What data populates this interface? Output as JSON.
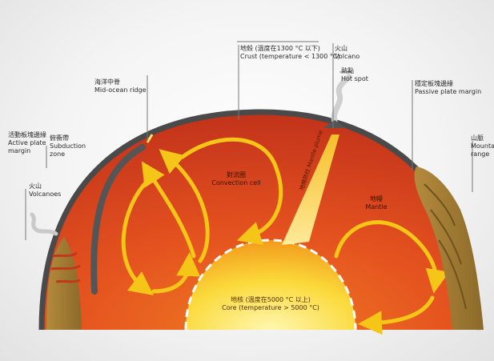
{
  "labels": {
    "crust": {
      "zh": "地殼 (溫度在1300 °C 以下)",
      "en": "Crust (temperature < 1300 °C)"
    },
    "volcano": {
      "zh": "火山",
      "en": "Volcano"
    },
    "hotspot": {
      "zh": "熱點",
      "en": "Hot spot"
    },
    "ridge": {
      "zh": "海洋中脊",
      "en": "Mid-ocean ridge"
    },
    "passive": {
      "zh": "穩定板塊邊緣",
      "en": "Passive plate margin"
    },
    "active": {
      "zh": "活動板塊邊緣",
      "en": "Active plate margin"
    },
    "subduction": {
      "zh": "俯衝帶",
      "en": "Subduction zone"
    },
    "mountain": {
      "zh": "山脈",
      "en": "Mountain range"
    },
    "volcanoes": {
      "zh": "火山",
      "en": "Volcanoes"
    },
    "convection": {
      "zh": "對流圈",
      "en": "Convection cell"
    },
    "mantle": {
      "zh": "地幔",
      "en": "Mantle"
    },
    "plume": {
      "zh": "地幔熱柱",
      "en": "Mantle plume"
    },
    "core": {
      "zh": "地核 (溫度在5000 °C 以上)",
      "en": "Core (temperature > 5000 °C)"
    }
  },
  "colors": {
    "mantle": "#e0441c",
    "crust": "#4a4a4a",
    "arrow": "#f5c518",
    "core": "#fde04a"
  }
}
